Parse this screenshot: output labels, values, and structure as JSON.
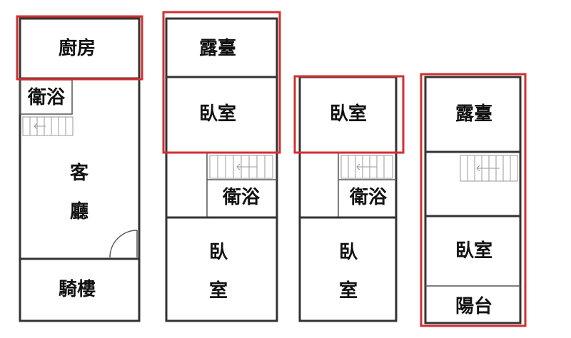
{
  "floors": [
    {
      "rooms": {
        "kitchen": "廚房",
        "bathroom": "衛浴",
        "living_top": "客",
        "living_bottom": "廳",
        "arcade": "騎樓"
      }
    },
    {
      "rooms": {
        "terrace": "露臺",
        "bedroom_front": "臥室",
        "bathroom": "衛浴",
        "bedroom_back_top": "臥",
        "bedroom_back_bottom": "室"
      }
    },
    {
      "rooms": {
        "bedroom_front": "臥室",
        "bathroom": "衛浴",
        "bedroom_back_top": "臥",
        "bedroom_back_bottom": "室"
      }
    },
    {
      "rooms": {
        "terrace": "露臺",
        "bedroom": "臥室",
        "balcony": "陽台"
      }
    }
  ],
  "colors": {
    "wall": "#333333",
    "highlight": "#d32f2f",
    "stair": "#9a9a9a"
  }
}
